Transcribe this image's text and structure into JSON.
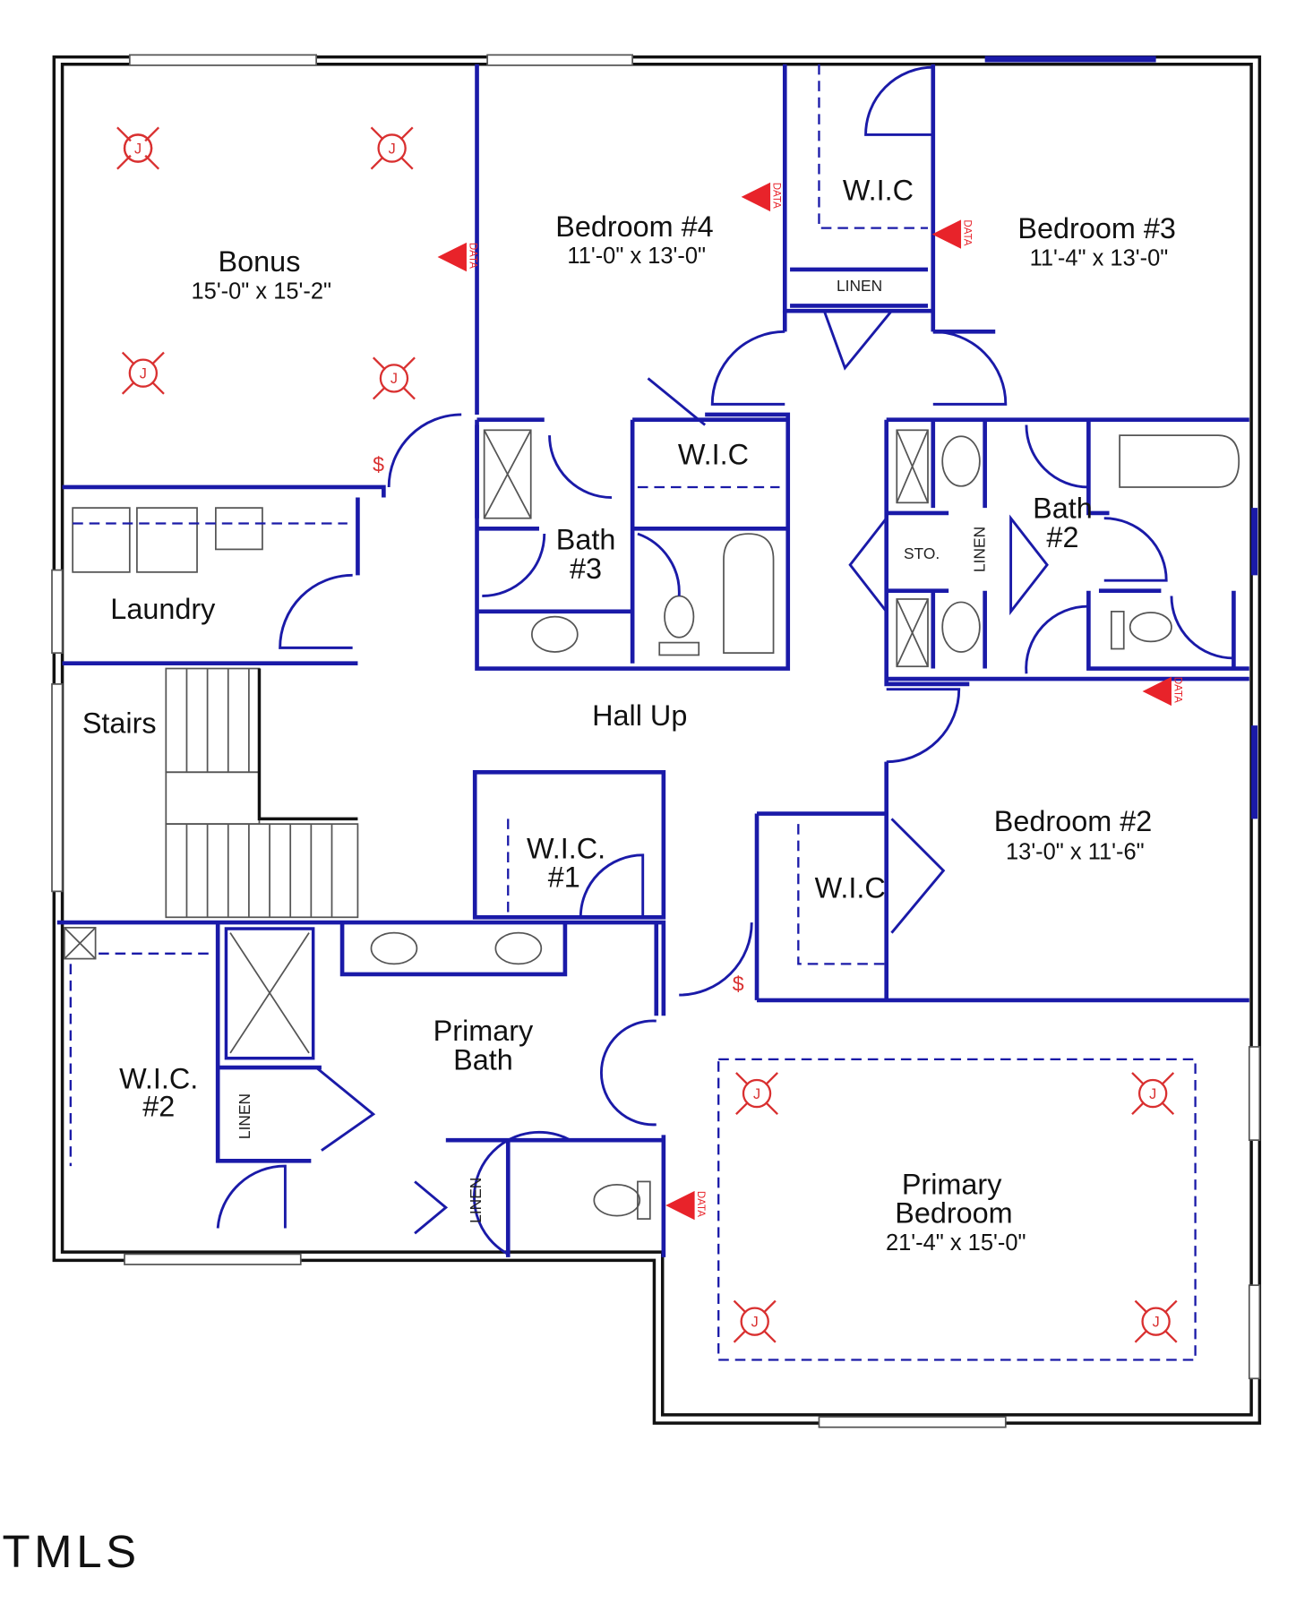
{
  "rooms": {
    "bonus": {
      "name": "Bonus",
      "dims": "15'-0\" x 15'-2\""
    },
    "bedroom4": {
      "name": "Bedroom #4",
      "dims": "11'-0\" x 13'-0\""
    },
    "bedroom3": {
      "name": "Bedroom #3",
      "dims": "11'-4\" x 13'-0\""
    },
    "bedroom2": {
      "name": "Bedroom #2",
      "dims": "13'-0\" x 11'-6\""
    },
    "primary_bedroom": {
      "name_line1": "Primary",
      "name_line2": "Bedroom",
      "dims": "21'-4\" x 15'-0\""
    },
    "primary_bath": {
      "name_line1": "Primary",
      "name_line2": "Bath"
    },
    "bath3": {
      "name_line1": "Bath",
      "name_line2": "#3"
    },
    "bath2": {
      "name_line1": "Bath",
      "name_line2": "#2"
    },
    "laundry": "Laundry",
    "stairs": "Stairs",
    "hall": "Hall Up",
    "wic_bed3": "W.I.C",
    "wic_bed4": "W.I.C",
    "wic_bed2": "W.I.C",
    "wic1": {
      "line1": "W.I.C.",
      "line2": "#1"
    },
    "wic2": {
      "line1": "W.I.C.",
      "line2": "#2"
    },
    "linen": "LINEN",
    "sto": "STO."
  },
  "markers": {
    "junction": "J",
    "data": "DATA",
    "switch": "$"
  },
  "logo": "TMLS",
  "colors": {
    "wall": "#1a1aa8",
    "electrical": "#e8232a",
    "outer": "#111111"
  }
}
